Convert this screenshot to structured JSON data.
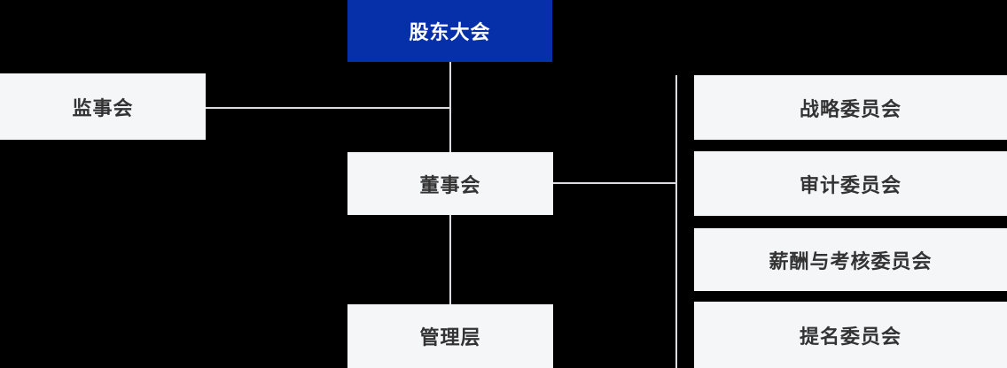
{
  "org_chart": {
    "type": "org-chart",
    "colors": {
      "background": "#000000",
      "root_node_bg": "#0530AA",
      "root_node_text": "#FFFFFF",
      "node_bg": "#F5F6F8",
      "node_text": "#333333",
      "connector": "#DCDCE0"
    },
    "nodes": {
      "shareholders_meeting": {
        "label": "股东大会"
      },
      "supervisory_board": {
        "label": "监事会"
      },
      "board_of_directors": {
        "label": "董事会"
      },
      "management": {
        "label": "管理层"
      },
      "strategy_committee": {
        "label": "战略委员会"
      },
      "audit_committee": {
        "label": "审计委员会"
      },
      "remuneration_committee": {
        "label": "薪酬与考核委员会"
      },
      "nomination_committee": {
        "label": "提名委员会"
      }
    }
  }
}
